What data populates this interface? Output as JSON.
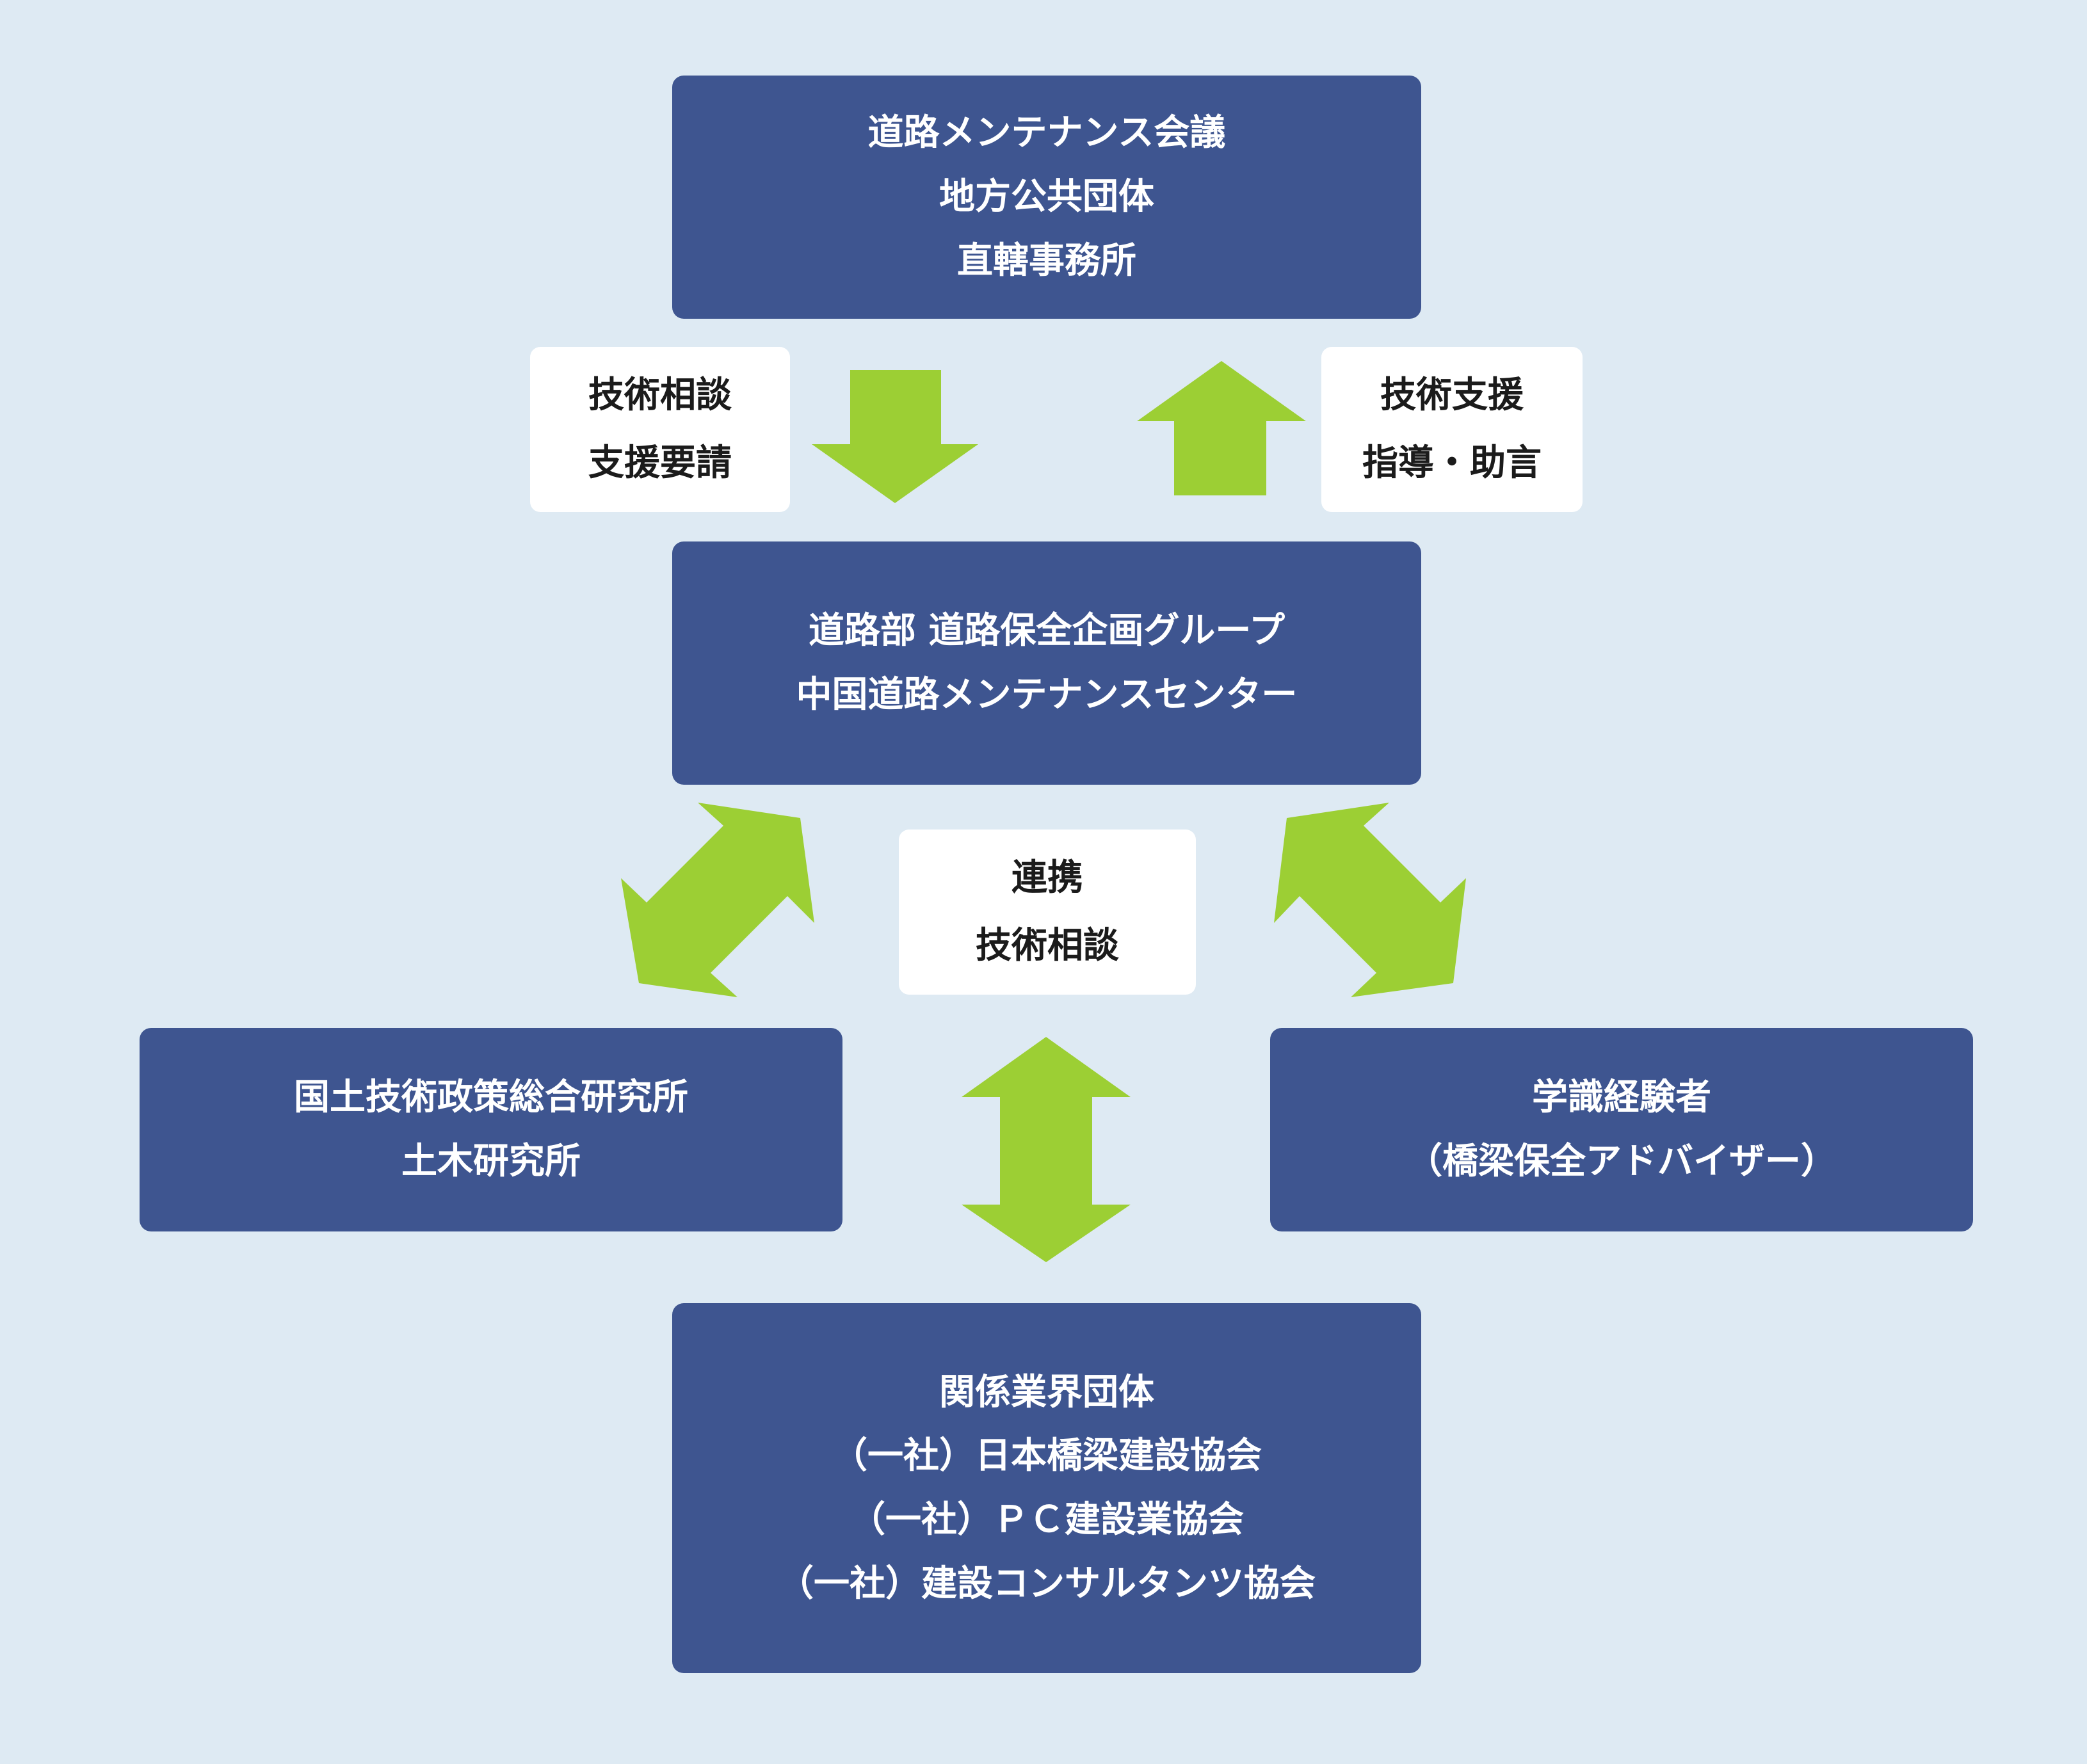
{
  "boxes": {
    "top": [
      "道路メンテナンス会議",
      "地方公共団体",
      "直轄事務所"
    ],
    "center": [
      "道路部 道路保全企画グループ",
      "中国道路メンテナンスセンター"
    ],
    "left": [
      "国土技術政策総合研究所",
      "土木研究所"
    ],
    "right": [
      "学識経験者",
      "（橋梁保全アドバイザー）"
    ],
    "bottom": [
      "関係業界団体",
      "（一社）日本橋梁建設協会",
      "（一社）ＰＣ建設業協会",
      "（一社）建設コンサルタンツ協会"
    ]
  },
  "notes": {
    "request": [
      "技術相談",
      "支援要請"
    ],
    "support": [
      "技術支援",
      "指導・助言"
    ],
    "cooperation": [
      "連携",
      "技術相談"
    ]
  },
  "colors": {
    "background": "#deeaf3",
    "box": "#3e5590",
    "arrow": "#9ccf34",
    "note": "#ffffff"
  }
}
